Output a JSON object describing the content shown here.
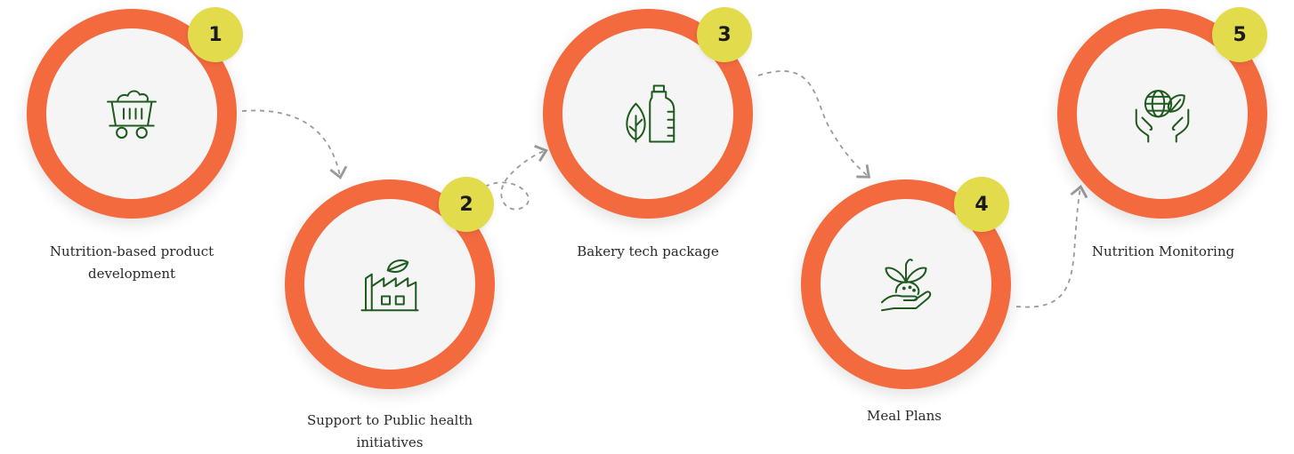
{
  "steps": [
    {
      "number": "1",
      "label": "Nutrition-based product development",
      "icon": "mining-cart-icon"
    },
    {
      "number": "2",
      "label": "Support to Public health initiatives",
      "icon": "eco-factory-icon"
    },
    {
      "number": "3",
      "label": "Bakery tech package",
      "icon": "leaf-bottle-icon"
    },
    {
      "number": "4",
      "label": "Meal Plans",
      "icon": "hand-sprout-icon"
    },
    {
      "number": "5",
      "label": "Nutrition Monitoring",
      "icon": "hands-globe-icon"
    }
  ],
  "colors": {
    "ring": "#f26a3e",
    "inner": "#f5f5f5",
    "badge": "#e2dc4c",
    "icon": "#1f5a1f",
    "connector": "#9a9a9a"
  }
}
